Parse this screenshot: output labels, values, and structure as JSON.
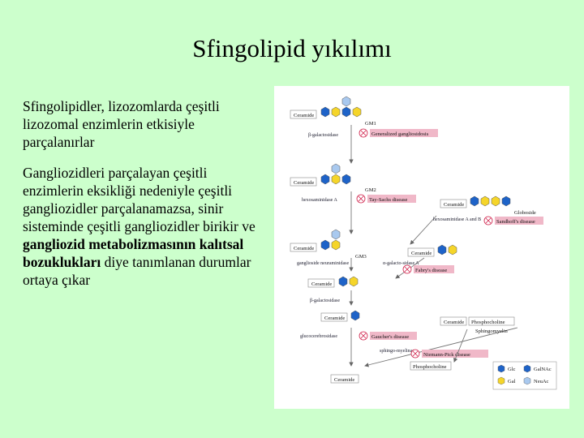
{
  "slide": {
    "title": "Sfingolipid yıkılımı",
    "paragraph1": "Sfingolipidler, lizozomlarda çeşitli lizozomal enzimlerin etkisiyle parçalanırlar",
    "paragraph2_plain": "Gangliozidleri parçalayan çeşitli enzimlerin eksikliği nedeniyle çeşitli gangliozidler parçalanamazsa, sinir sisteminde çeşitli gangliozidler birikir ve",
    "paragraph2_bold": "gangliozid metabolizmasının kalıtsal bozuklukları",
    "paragraph2_end": "diye tanımlanan durumlar ortaya çıkar"
  },
  "figure": {
    "ceramide": "Ceramide",
    "gm1": "GM1",
    "gm2": "GM2",
    "gm3": "GM3",
    "globoside": "Globoside",
    "enzymes": {
      "beta_gal": "β-galactosidase",
      "hexa": "hexosaminidase A",
      "hexab": "hexosaminidase A and B",
      "neur": "ganglioside neuraminidase",
      "alpha_gal": "α-galacto-sidase A",
      "beta_gal2": "β-galactosidase",
      "gluco": "glucocerebrosidase",
      "sphingo": "sphingo-myelinase"
    },
    "diseases": {
      "gm1": "Generalized gangliosidosis",
      "taysachs": "Tay-Sachs disease",
      "sandhoff": "Sandhoff's disease",
      "fabry": "Fabry's disease",
      "gaucher": "Gaucher's disease",
      "niemann": "Niemann-Pick disease"
    },
    "phosphocholine": "Phosphocholine",
    "sphingomyelin": "Sphingomyelin",
    "phosphocholine2": "Phosphocholine",
    "legend": {
      "glc": "Glc",
      "gal": "Gal",
      "galnac": "GalNAc",
      "neuac": "NeuAc"
    },
    "colors": {
      "blue": "#1e63c8",
      "yellow": "#f5d52a",
      "lightblue": "#a9c9ef",
      "pink": "#f0b8c8",
      "cross": "#d0204a"
    }
  }
}
